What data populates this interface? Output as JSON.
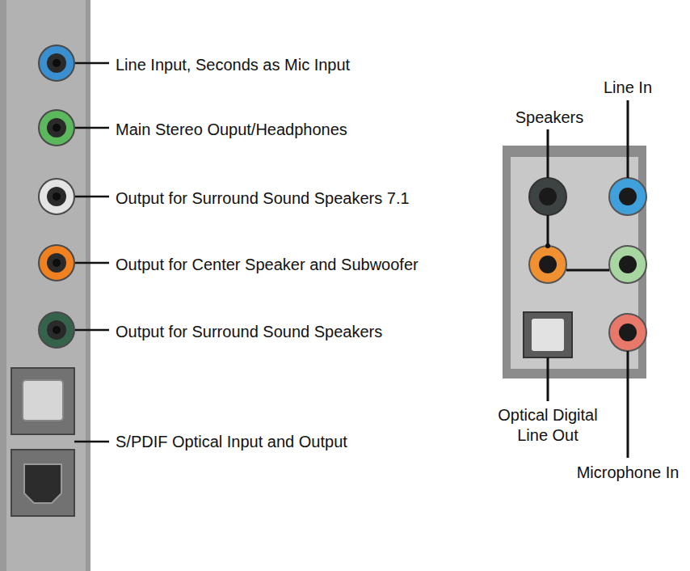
{
  "diagram": {
    "labels": [
      "Line Input, Seconds as Mic Input",
      "Main Stereo Ouput/Headphones",
      "Output for Surround Sound Speakers 7.1",
      "Output for Center Speaker and Subwoofer",
      "Output for Surround Sound Speakers",
      "S/PDIF Optical Input and Output",
      "Line In",
      "Speakers",
      "Optical Digital Line Out",
      "Microphone In"
    ]
  }
}
